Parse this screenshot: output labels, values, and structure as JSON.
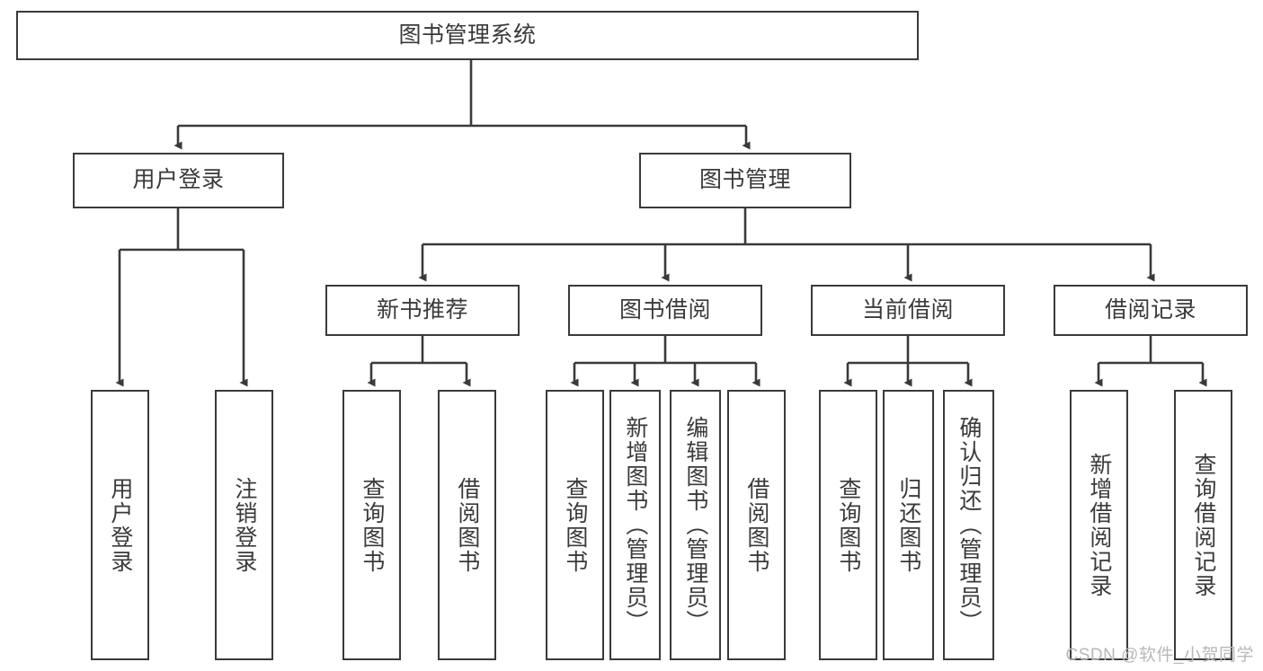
{
  "diagram": {
    "type": "tree",
    "title": "图书管理系统",
    "root": {
      "id": "root",
      "label": "图书管理系统"
    },
    "level2": [
      {
        "id": "user-login",
        "label": "用户登录"
      },
      {
        "id": "book-manage",
        "label": "图书管理"
      }
    ],
    "level3": [
      {
        "id": "new-book-rec",
        "label": "新书推荐"
      },
      {
        "id": "book-borrow",
        "label": "图书借阅"
      },
      {
        "id": "current-borrow",
        "label": "当前借阅"
      },
      {
        "id": "borrow-record",
        "label": "借阅记录"
      }
    ],
    "leaves": {
      "user_login": [
        {
          "id": "leaf-user-login",
          "label": "用户登录"
        },
        {
          "id": "leaf-logout",
          "label": "注销登录"
        }
      ],
      "new_book_rec": [
        {
          "id": "leaf-query-book-1",
          "label": "查询图书"
        },
        {
          "id": "leaf-borrow-book-1",
          "label": "借阅图书"
        }
      ],
      "book_borrow": [
        {
          "id": "leaf-query-book-2",
          "label": "查询图书"
        },
        {
          "id": "leaf-add-book",
          "label": "新增图书（管理员）"
        },
        {
          "id": "leaf-edit-book",
          "label": "编辑图书（管理员）"
        },
        {
          "id": "leaf-borrow-book-2",
          "label": "借阅图书"
        }
      ],
      "current_borrow": [
        {
          "id": "leaf-query-book-3",
          "label": "查询图书"
        },
        {
          "id": "leaf-return-book",
          "label": "归还图书"
        },
        {
          "id": "leaf-confirm-return",
          "label": "确认归还（管理员）"
        }
      ],
      "borrow_record": [
        {
          "id": "leaf-add-record",
          "label": "新增借阅记录"
        },
        {
          "id": "leaf-query-record",
          "label": "查询借阅记录"
        }
      ]
    }
  },
  "watermark": {
    "text": "CSDN @软件_小贺同学"
  },
  "colors": {
    "stroke": "#3a3a3a",
    "background": "#ffffff",
    "text": "#3a3a3a",
    "watermark": "#b8b8b8"
  }
}
